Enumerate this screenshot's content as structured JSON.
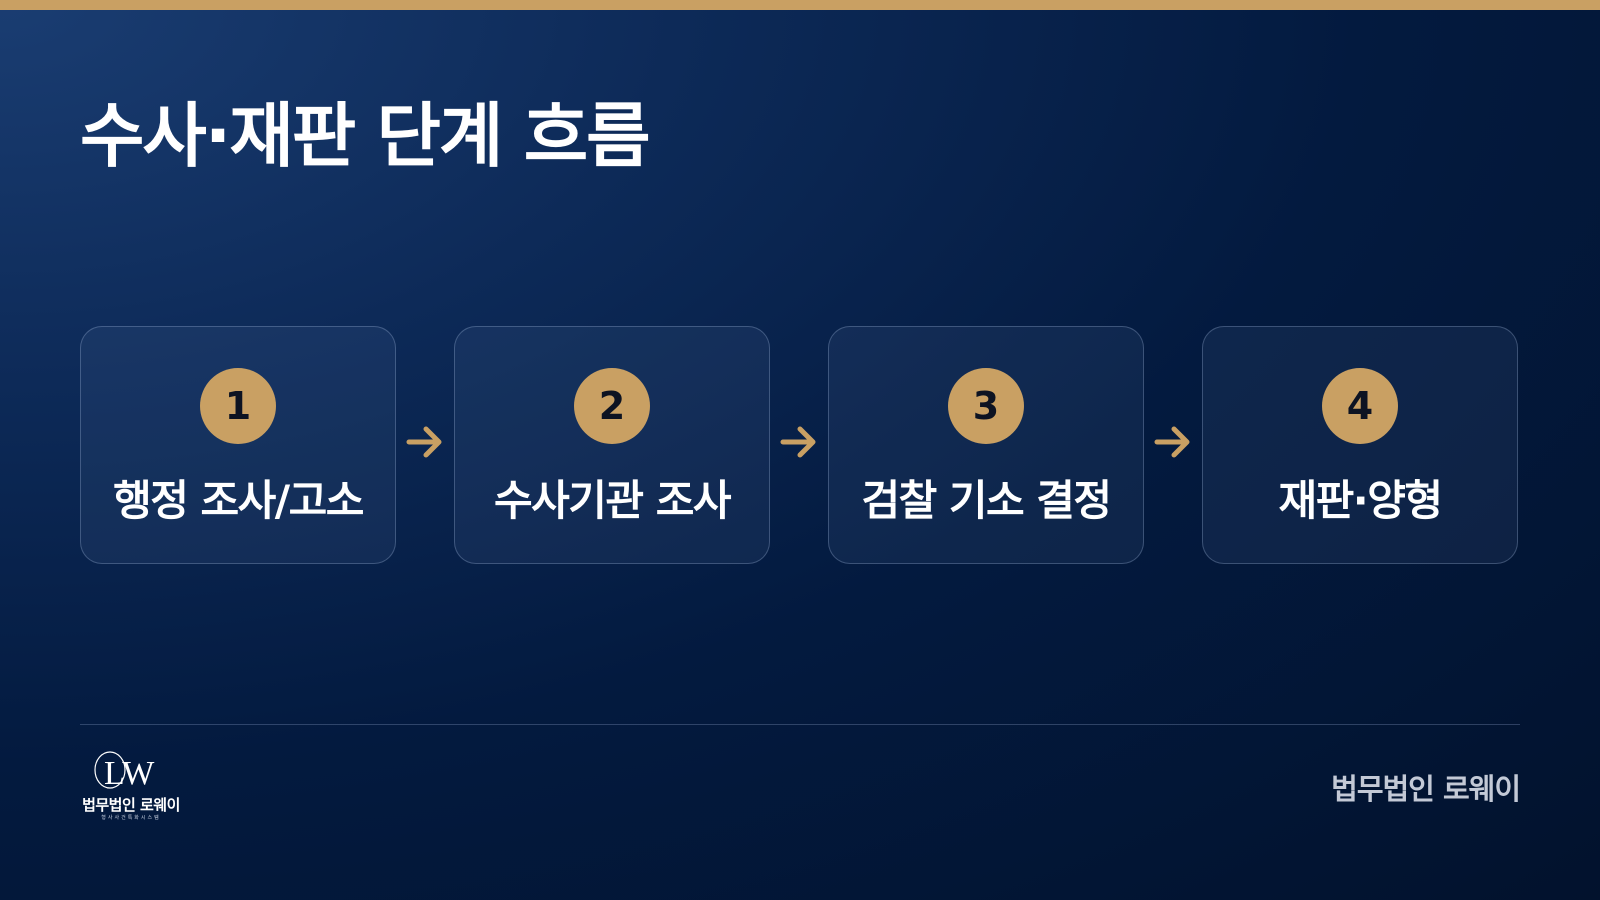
{
  "title": "수사·재판 단계 흐름",
  "colors": {
    "accent": "#c9a063",
    "background": "#031a3f",
    "text": "#ffffff",
    "muted_text": "#c3c9d6"
  },
  "steps": [
    {
      "number": "1",
      "label": "행정 조사/고소"
    },
    {
      "number": "2",
      "label": "수사기관 조사"
    },
    {
      "number": "3",
      "label": "검찰 기소 결정"
    },
    {
      "number": "4",
      "label": "재판·양형"
    }
  ],
  "arrow_icon": "arrow-right-icon",
  "logo": {
    "mark": "LW",
    "name": "법무법인 로웨이",
    "subtitle": "형사사건특화시스템"
  },
  "footer": {
    "brand": "법무법인 로웨이"
  }
}
